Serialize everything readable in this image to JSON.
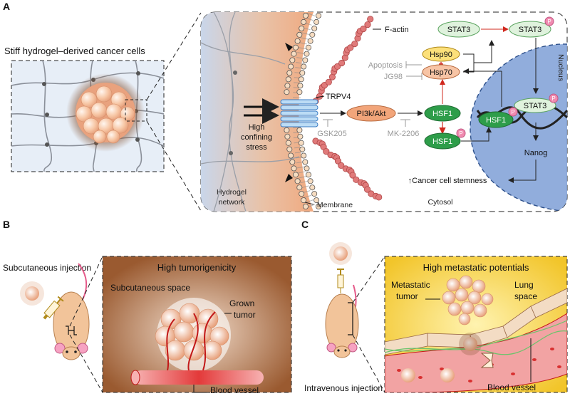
{
  "panels": {
    "a": "A",
    "b": "B",
    "c": "C"
  },
  "panel_a": {
    "stiff_title": "Stiff hydrogel–derived cancer cells",
    "f_actin": "F-actin",
    "trpv4": "TRPV4",
    "pi3k": "PI3k/Akt",
    "gsk205": "GSK205",
    "mk2206": "MK-2206",
    "high_confining_1": "High",
    "high_confining_2": "confining",
    "high_confining_3": "stress",
    "hydrogel_network_1": "Hydrogel",
    "hydrogel_network_2": "network",
    "membrane": "Membrane",
    "cytosol": "Cytosol",
    "nucleus": "Nucleus",
    "stat3": "STAT3",
    "hsp90": "Hsp90",
    "plus": "+",
    "hsp70": "Hsp70",
    "apoptosis": "Apoptosis",
    "jg98": "JG98",
    "hsf1": "HSF1",
    "p": "P",
    "nanog": "Nanog",
    "stemness": "↑Cancer cell stemness"
  },
  "panel_b": {
    "subcutaneous_injection": "Subcutaneous injection",
    "high_tumorigenicity": "High tumorigenicity",
    "subcutaneous_space": "Subcutaneous space",
    "grown_tumor_1": "Grown",
    "grown_tumor_2": "tumor",
    "blood_vessel": "Blood vessel"
  },
  "panel_c": {
    "high_metastatic": "High metastatic potentials",
    "metastatic_tumor_1": "Metastatic",
    "metastatic_tumor_2": "tumor",
    "lung_space_1": "Lung",
    "lung_space_2": "space",
    "intravenous_injection": "Intravenous injection",
    "blood_vessel": "Blood vessel"
  },
  "colors": {
    "pathway_green": "#2e9d4a",
    "pathway_orange": "#f2a57a",
    "nucleus_blue": "#7e9fd6",
    "actin_red": "#e07a7a",
    "phospho_pink": "#f08bb0"
  }
}
